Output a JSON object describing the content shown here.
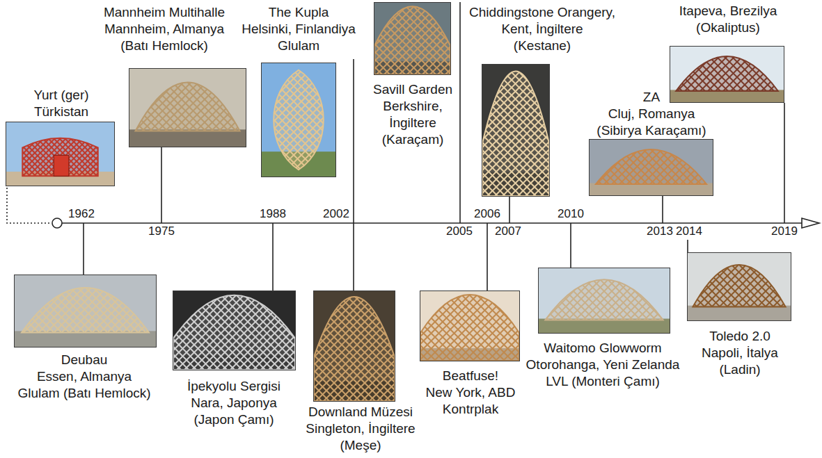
{
  "diagram": {
    "nodes": [
      {
        "text": [
          "Yurt (ger)",
          "Türkistan"
        ]
      },
      {
        "text": [
          "Deubau",
          "Essen, Almanya",
          "Glulam (Batı Hemlock)"
        ]
      },
      {
        "text": [
          "Mannheim Multihalle",
          "Mannheim, Almanya",
          "(Batı Hemlock)"
        ]
      },
      {
        "text": [
          "İpekyolu Sergisi",
          "Nara, Japonya",
          "(Japon Çamı)"
        ]
      },
      {
        "text": [
          "The Kupla",
          "Helsinki, Finlandiya",
          "Glulam"
        ]
      },
      {
        "text": [
          "Downland Müzesi",
          "Singleton, İngiltere",
          "(Meşe)"
        ]
      },
      {
        "text": [
          "Savill Garden",
          "Berkshire, İngiltere",
          "(Karaçam)"
        ]
      },
      {
        "text": [
          "Beatfuse!",
          "New York, ABD",
          "Kontrplak"
        ]
      },
      {
        "text": [
          "Chiddingstone Orangery,",
          "Kent, İngiltere",
          "(Kestane)"
        ]
      },
      {
        "text": [
          "Waitomo Glowworm",
          "Otorohanga, Yeni Zelanda",
          "LVL (Monteri Çamı)"
        ]
      },
      {
        "text": [
          "ZA",
          "Cluj, Romanya",
          "(Sibirya Karaçamı)"
        ]
      },
      {
        "text": [
          "Toledo 2.0",
          "Napoli, İtalya",
          "(Ladin)"
        ]
      },
      {
        "text": [
          "Itapeva, Brezilya",
          "(Okaliptus)"
        ]
      }
    ],
    "labels": [
      "1962",
      "1975",
      "1988",
      "2002",
      "2005",
      "2006",
      "2007",
      "2010",
      "2013",
      "2014",
      "2019"
    ]
  }
}
